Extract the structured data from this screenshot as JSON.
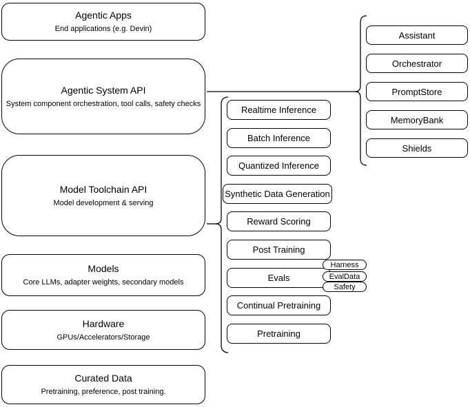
{
  "canvas": {
    "background": "#ffffff",
    "stroke_color": "#000000",
    "fill_color": "#ffffff"
  },
  "stack": {
    "layers": [
      {
        "title": "Agentic Apps",
        "subtitle": "End applications (e.g. Devin)"
      },
      {
        "title": "Agentic System API",
        "subtitle": "System component orchestration, tool calls, safety checks"
      },
      {
        "title": "Model Toolchain API",
        "subtitle": "Model development & serving"
      },
      {
        "title": "Models",
        "subtitle": "Core LLMs, adapter weights, secondary models"
      },
      {
        "title": "Hardware",
        "subtitle": "GPUs/Accelerators/Storage"
      },
      {
        "title": "Curated Data",
        "subtitle": "Pretraining, preference, post training."
      }
    ]
  },
  "toolchain": {
    "items": [
      "Realtime Inference",
      "Batch Inference",
      "Quantized Inference",
      "Synthetic Data Generation",
      "Reward Scoring",
      "Post Training",
      "Evals",
      "Continual Pretraining",
      "Pretraining"
    ]
  },
  "eval_tags": [
    "Harness",
    "EvalData",
    "Safety"
  ],
  "components": {
    "items": [
      "Assistant",
      "Orchestrator",
      "PromptStore",
      "MemoryBank",
      "Shields"
    ]
  }
}
